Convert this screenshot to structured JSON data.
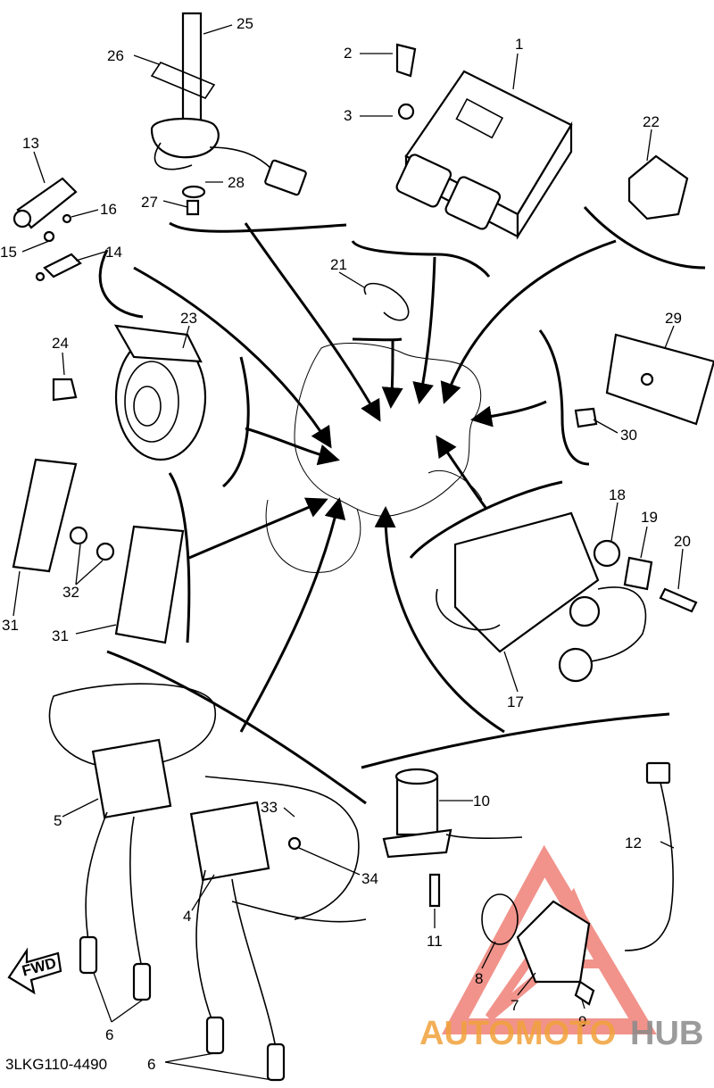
{
  "diagram": {
    "code": "3LKG110-4490",
    "direction_label": "FWD",
    "watermark": {
      "prefix": "AUTOMOTO",
      "suffix": "HUB",
      "prefix_color": "#f2a23a",
      "suffix_color": "#8a8a8a",
      "triangle_color": "#e63b2e"
    },
    "parts": [
      "1",
      "2",
      "3",
      "4",
      "5",
      "6",
      "6",
      "7",
      "8",
      "9",
      "10",
      "11",
      "12",
      "13",
      "14",
      "15",
      "16",
      "17",
      "18",
      "19",
      "20",
      "21",
      "22",
      "23",
      "24",
      "25",
      "26",
      "27",
      "28",
      "29",
      "30",
      "31",
      "31",
      "32",
      "33",
      "34"
    ]
  }
}
